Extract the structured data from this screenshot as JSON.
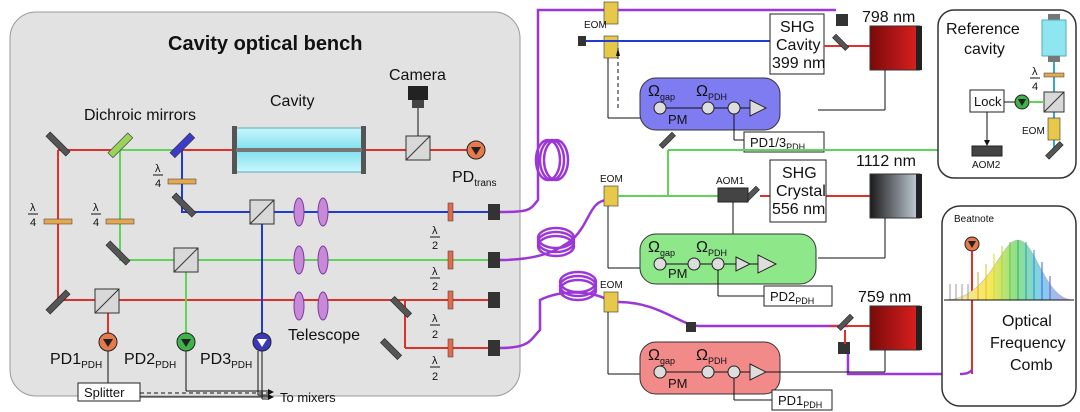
{
  "bench": {
    "title": "Cavity optical bench",
    "camera": "Camera",
    "dichroic": "Dichroic mirrors",
    "cavity": "Cavity",
    "pd_trans": "PD",
    "pd_trans_sub": "trans",
    "telescope": "Telescope",
    "pd1": "PD1",
    "pd2": "PD2",
    "pd3": "PD3",
    "pdh_sub": "PDH",
    "splitter": "Splitter",
    "to_mixers": "To mixers",
    "lambda": "λ",
    "four": "4",
    "two": "2"
  },
  "laser_798": {
    "wavelength": "798 nm",
    "eom": "EOM",
    "shg_line1": "SHG",
    "shg_line2": "Cavity",
    "shg_line3": "399 nm",
    "omega": "Ω",
    "gap_sub": "gap",
    "pdh_sub": "PDH",
    "pm": "PM",
    "pd": "PD1/3",
    "pd_sub": "PDH",
    "color": "#7e7cf0"
  },
  "laser_1112": {
    "wavelength": "1112 nm",
    "eom": "EOM",
    "aom": "AOM1",
    "shg_line1": "SHG",
    "shg_line2": "Crystal",
    "shg_line3": "556 nm",
    "pm": "PM",
    "pd": "PD2",
    "pd_sub": "PDH",
    "color": "#8ee88a"
  },
  "laser_759": {
    "wavelength": "759 nm",
    "eom": "EOM",
    "pm": "PM",
    "pd": "PD1",
    "pd_sub": "PDH",
    "color": "#f38a8a"
  },
  "reference": {
    "title_line1": "Reference",
    "title_line2": "cavity",
    "lock": "Lock",
    "eom": "EOM",
    "aom": "AOM2"
  },
  "comb": {
    "beatnote": "Beatnote",
    "line1": "Optical",
    "line2": "Frequency",
    "line3": "Comb"
  },
  "colors": {
    "bench_bg": "#e2e2e2",
    "red_beam": "#e0302a",
    "green_beam": "#5fd35a",
    "blue_beam": "#1f3bd1",
    "fiber": "#9b37d6",
    "cavity": "#8ee6f0"
  }
}
